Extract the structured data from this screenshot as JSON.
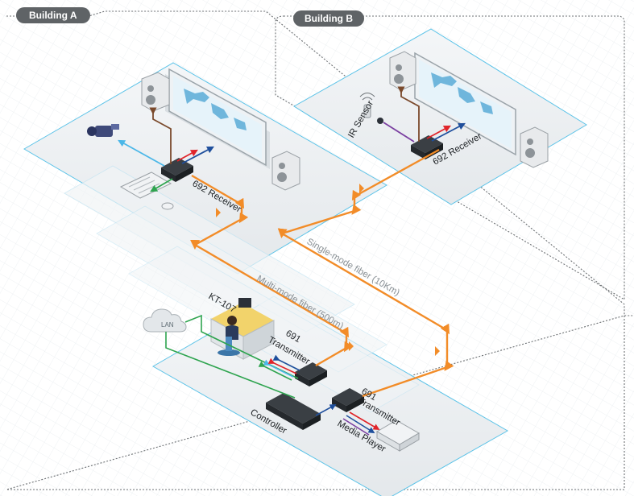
{
  "buildings": {
    "a": {
      "label": "Building A"
    },
    "b": {
      "label": "Building B"
    }
  },
  "devices": {
    "receiver_a": "692 Receiver",
    "receiver_b": "692 Receiver",
    "transmitter_1": "691\nTransmitter",
    "transmitter_2": "691\nTransmitter",
    "controller": "Controller",
    "media_player": "Media Player",
    "kt": "KT-107",
    "ir_sensor": "IR Sensor",
    "lan": "LAN"
  },
  "links": {
    "multimode": "Multi-mode fiber (500m)",
    "singlemode": "Single-mode fiber (10Km)"
  },
  "colors": {
    "fiber": "#f28c28",
    "hdmi_red": "#e0242a",
    "hdmi_blue": "#1f4f9c",
    "audio_brown": "#7b4a2c",
    "usb_green": "#2ea44f",
    "ir_purple": "#7a3fa0",
    "video_light_blue": "#4bb7e8",
    "room_outline": "#5cc3e8",
    "tag_bg": "#5f6366"
  }
}
